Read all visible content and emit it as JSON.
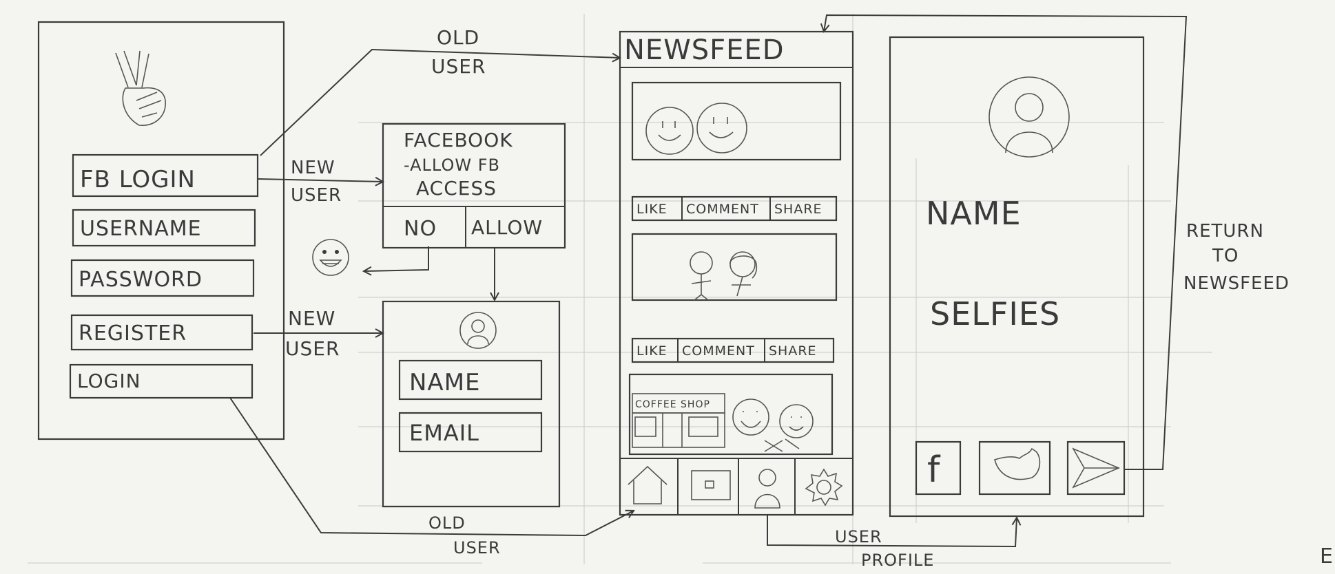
{
  "screens": {
    "login": {
      "fb_login": "FB LOGIN",
      "username": "USERNAME",
      "password": "PASSWORD",
      "register": "REGISTER",
      "login": "LOGIN"
    },
    "facebook_dialog": {
      "line1": "FACEBOOK",
      "line2": "-ALLOW FB",
      "line3": "ACCESS",
      "no": "NO",
      "allow": "ALLOW"
    },
    "register_form": {
      "name": "NAME",
      "email": "EMAIL"
    },
    "newsfeed": {
      "title": "NEWSFEED",
      "like": "LIKE",
      "comment": "COMMENT",
      "share": "SHARE",
      "like_2": "LIKE",
      "comment_2": "COMMENT",
      "share_2": "SHARE",
      "coffee_shop": "COFFEE SHOP"
    },
    "profile": {
      "name": "NAME",
      "selfies": "SELFIES",
      "facebook_glyph": "f"
    }
  },
  "flows": {
    "old_user_top_1": "OLD",
    "old_user_top_2": "USER",
    "new_user_fb_1": "NEW",
    "new_user_fb_2": "USER",
    "new_user_reg_1": "NEW",
    "new_user_reg_2": "USER",
    "old_user_bottom_1": "OLD",
    "old_user_bottom_2": "USER",
    "user_profile_1": "USER",
    "user_profile_2": "PROFILE",
    "return_1": "RETURN",
    "return_2": "TO",
    "return_3": "NEWSFEED"
  },
  "corner_mark": "E",
  "icons": [
    "peace-hand-icon",
    "grinning-face-icon",
    "avatar-icon",
    "smiley-faces-icon",
    "stick-figures-icon",
    "home-icon",
    "camera-icon",
    "person-icon",
    "gear-icon",
    "facebook-icon",
    "twitter-icon",
    "send-icon"
  ],
  "colors": {
    "paper": "#f4f4f1",
    "pencil": "#3b3b3b",
    "guide": "#c9c9c6"
  }
}
